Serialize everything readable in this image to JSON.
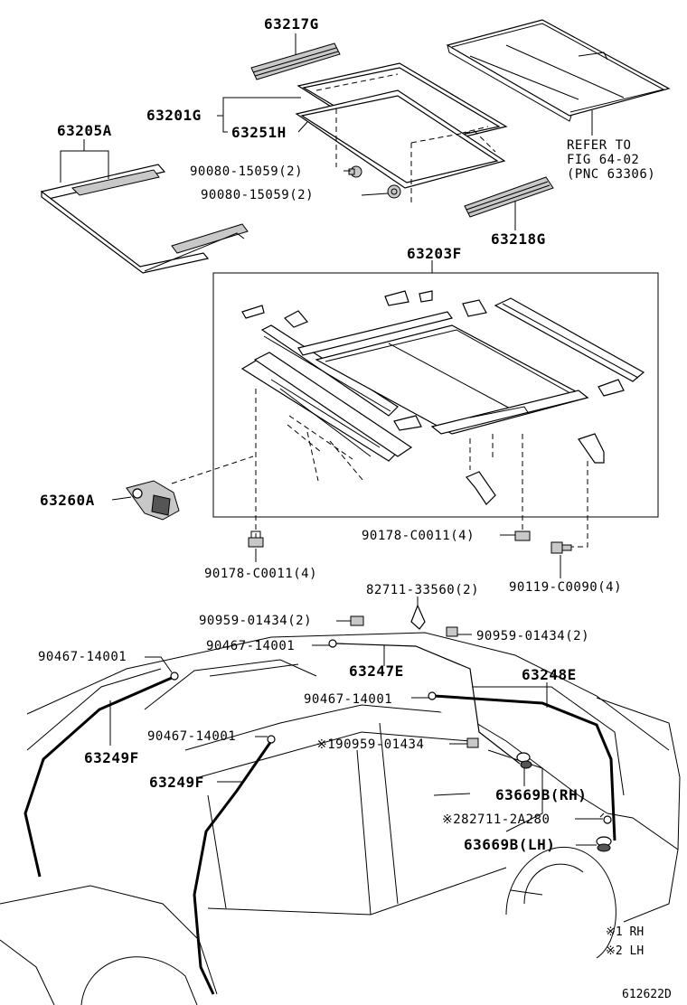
{
  "parts": {
    "p63217G": "63217G",
    "p63201G": "63201G",
    "p63251H": "63251H",
    "p63205A": "63205A",
    "p90080_a": "90080-15059(2)",
    "p90080_b": "90080-15059(2)",
    "p63218G": "63218G",
    "p63203F": "63203F",
    "p63260A": "63260A",
    "p90178_right": "90178-C0011(4)",
    "p90178_left": "90178-C0011(4)",
    "p90119": "90119-C0090(4)",
    "p82711_33560": "82711-33560(2)",
    "p90959_left": "90959-01434(2)",
    "p90959_right": "90959-01434(2)",
    "p90467_a": "90467-14001",
    "p90467_b": "90467-14001",
    "p90467_c": "90467-14001",
    "p90467_d": "90467-14001",
    "p63247E": "63247E",
    "p63248E": "63248E",
    "p63249F_a": "63249F",
    "p63249F_b": "63249F",
    "p90959_note": "※190959-01434",
    "p63669B_RH": "63669B(RH)",
    "p82711_2A280": "※282711-2A280",
    "p63669B_LH": "63669B(LH)"
  },
  "refer": {
    "line1": "REFER TO",
    "line2": "FIG 64-02",
    "line3": "(PNC 63306)"
  },
  "legend": {
    "note1": "※1 RH",
    "note2": "※2 LH"
  },
  "figure_id": "612622D"
}
